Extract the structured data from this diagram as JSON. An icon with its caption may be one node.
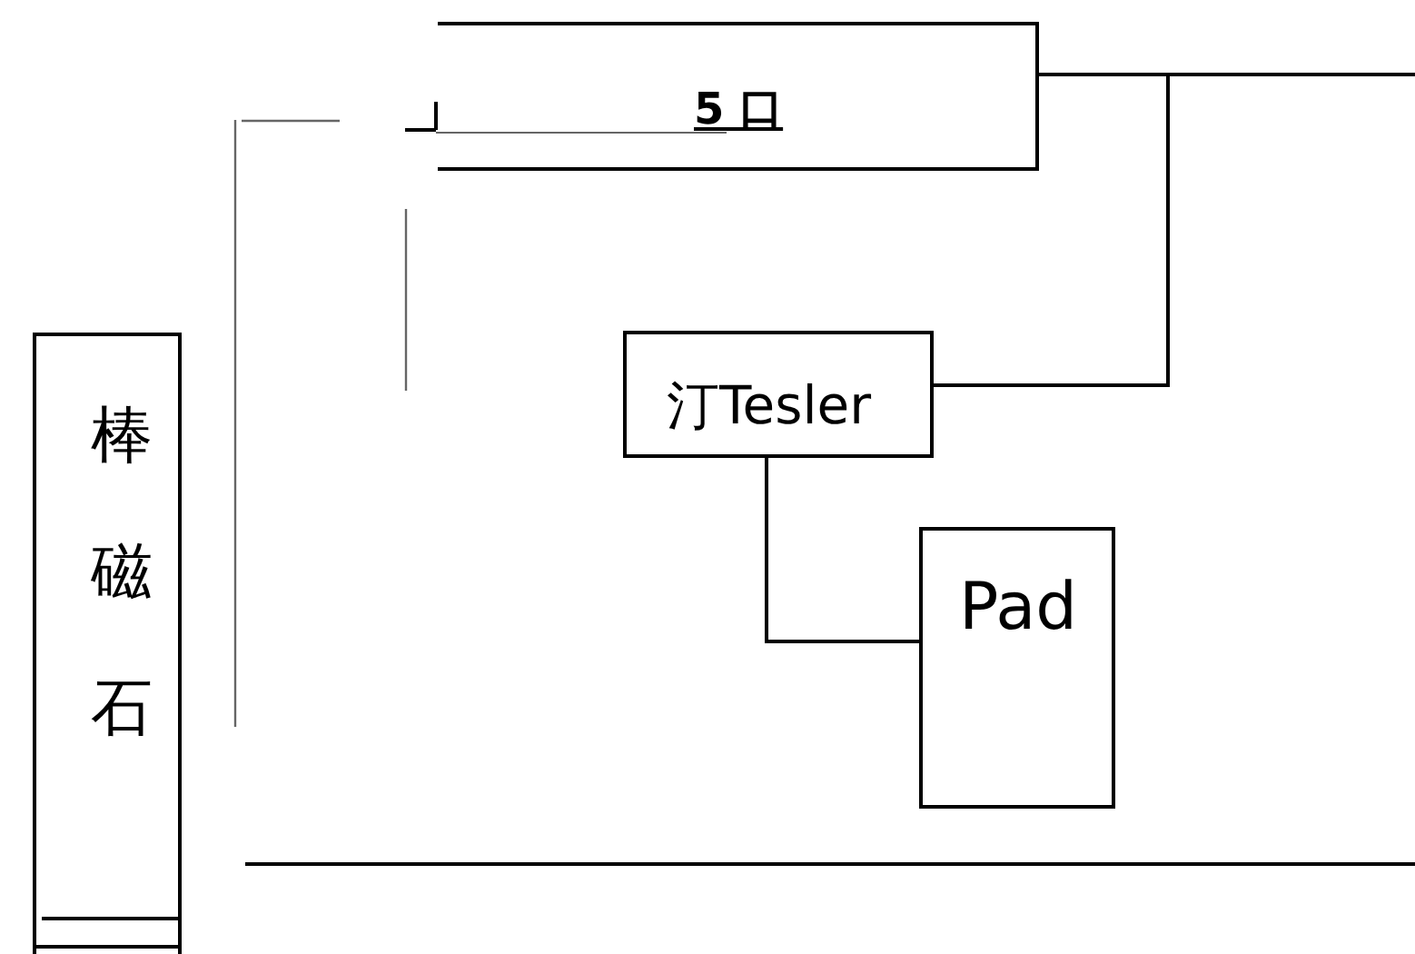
{
  "diagram": {
    "nodes": [
      {
        "text": [
          "5 口"
        ]
      },
      {
        "text": [
          "棒磁石"
        ]
      },
      {
        "text": [
          "汀Tesler"
        ]
      },
      {
        "text": [
          "Pad"
        ]
      }
    ],
    "edges": [
      {
        "from": 0,
        "to": 2,
        "arrow": "none"
      },
      {
        "from": 0,
        "to": null,
        "arrow": "none"
      },
      {
        "from": 2,
        "to": 3,
        "arrow": "none"
      }
    ]
  }
}
